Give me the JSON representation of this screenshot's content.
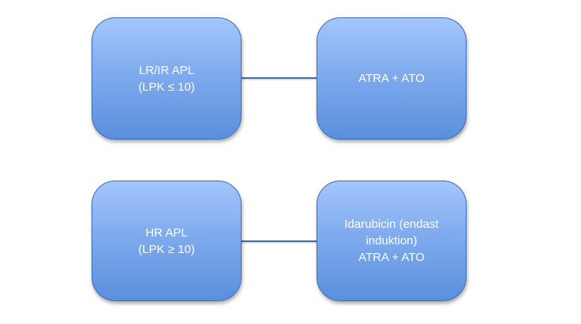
{
  "rows": [
    {
      "left_box": {
        "lines": [
          "LR/IR APL",
          "(LPK ≤ 10)"
        ]
      },
      "right_box": {
        "lines": [
          "ATRA + ATO"
        ]
      }
    },
    {
      "left_box": {
        "lines": [
          "HR APL",
          "(LPK ≥ 10)"
        ]
      },
      "right_box": {
        "lines": [
          "Idarubicin (endast",
          "induktion)",
          "ATRA + ATO"
        ]
      }
    }
  ],
  "colors": {
    "box_top": "#a4c6fb",
    "box_bottom": "#5a8fdc",
    "box_border": "#3d6eb3",
    "connector": "#3f6fae",
    "text": "#ffffff"
  }
}
